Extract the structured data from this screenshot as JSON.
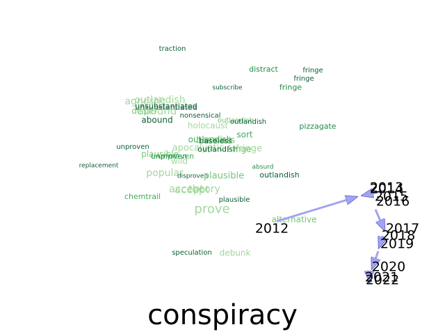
{
  "chart_data": {
    "type": "scatter",
    "title": "conspiracy",
    "xlabel": "",
    "ylabel": "",
    "grid": false,
    "axes_visible": false,
    "colors": {
      "trajectory_fill": "#a3a3f0",
      "trajectory_edge": "#6f6fd8",
      "year_text": "#000000",
      "words": [
        "#0b5e34",
        "#238b45",
        "#41ab5d",
        "#74c476",
        "#a1d99b"
      ]
    },
    "words": [
      {
        "text": "traction",
        "tone": 0,
        "size": 10
      },
      {
        "text": "distract",
        "tone": 1,
        "size": 11
      },
      {
        "text": "fringe",
        "tone": 0,
        "size": 10
      },
      {
        "text": "fringe",
        "tone": 0,
        "size": 10
      },
      {
        "text": "subscribe",
        "tone": 0,
        "size": 9
      },
      {
        "text": "fringe",
        "tone": 1,
        "size": 11
      },
      {
        "text": "outlandish",
        "tone": 4,
        "size": 14
      },
      {
        "text": "agnostic",
        "tone": 4,
        "size": 14
      },
      {
        "text": "unsubstantiated",
        "tone": 0,
        "size": 11
      },
      {
        "text": "unsubstantiated",
        "tone": 0,
        "size": 11
      },
      {
        "text": "dispel",
        "tone": 3,
        "size": 12
      },
      {
        "text": "abound",
        "tone": 4,
        "size": 15
      },
      {
        "text": "nonsensical",
        "tone": 0,
        "size": 10
      },
      {
        "text": "abound",
        "tone": 0,
        "size": 12
      },
      {
        "text": "outlandish",
        "tone": 3,
        "size": 10
      },
      {
        "text": "outlandish",
        "tone": 0,
        "size": 10
      },
      {
        "text": "holocaust",
        "tone": 4,
        "size": 12
      },
      {
        "text": "pizzagate",
        "tone": 1,
        "size": 11
      },
      {
        "text": "sort",
        "tone": 2,
        "size": 12
      },
      {
        "text": "outlandish",
        "tone": 2,
        "size": 12
      },
      {
        "text": "baseless",
        "tone": 3,
        "size": 13
      },
      {
        "text": "baseless",
        "tone": 0,
        "size": 11
      },
      {
        "text": "unproven",
        "tone": 0,
        "size": 10
      },
      {
        "text": "apocalyptic",
        "tone": 4,
        "size": 13
      },
      {
        "text": "outlandish",
        "tone": 0,
        "size": 11
      },
      {
        "text": "fringe",
        "tone": 4,
        "size": 13
      },
      {
        "text": "fringe",
        "tone": 3,
        "size": 12
      },
      {
        "text": "plausible",
        "tone": 3,
        "size": 12
      },
      {
        "text": "unproven",
        "tone": 1,
        "size": 11
      },
      {
        "text": "unproven",
        "tone": 2,
        "size": 11
      },
      {
        "text": "wild",
        "tone": 4,
        "size": 12
      },
      {
        "text": "replacement",
        "tone": 0,
        "size": 9
      },
      {
        "text": "absurd",
        "tone": 1,
        "size": 9
      },
      {
        "text": "popular",
        "tone": 4,
        "size": 14
      },
      {
        "text": "disproven",
        "tone": 0,
        "size": 9
      },
      {
        "text": "plausible",
        "tone": 3,
        "size": 13
      },
      {
        "text": "outlandish",
        "tone": 0,
        "size": 11
      },
      {
        "text": "accept",
        "tone": 4,
        "size": 15
      },
      {
        "text": "theory",
        "tone": 4,
        "size": 14
      },
      {
        "text": "accept",
        "tone": 4,
        "size": 15
      },
      {
        "text": "chemtrail",
        "tone": 2,
        "size": 11
      },
      {
        "text": "plausible",
        "tone": 0,
        "size": 10
      },
      {
        "text": "prove",
        "tone": 4,
        "size": 18
      },
      {
        "text": "alternative",
        "tone": 3,
        "size": 12
      },
      {
        "text": "speculation",
        "tone": 0,
        "size": 10
      },
      {
        "text": "debunk",
        "tone": 4,
        "size": 12
      }
    ],
    "years": [
      "2012",
      "2013",
      "2014",
      "2015",
      "2016",
      "2017",
      "2018",
      "2019",
      "2020",
      "2021",
      "2022"
    ]
  }
}
